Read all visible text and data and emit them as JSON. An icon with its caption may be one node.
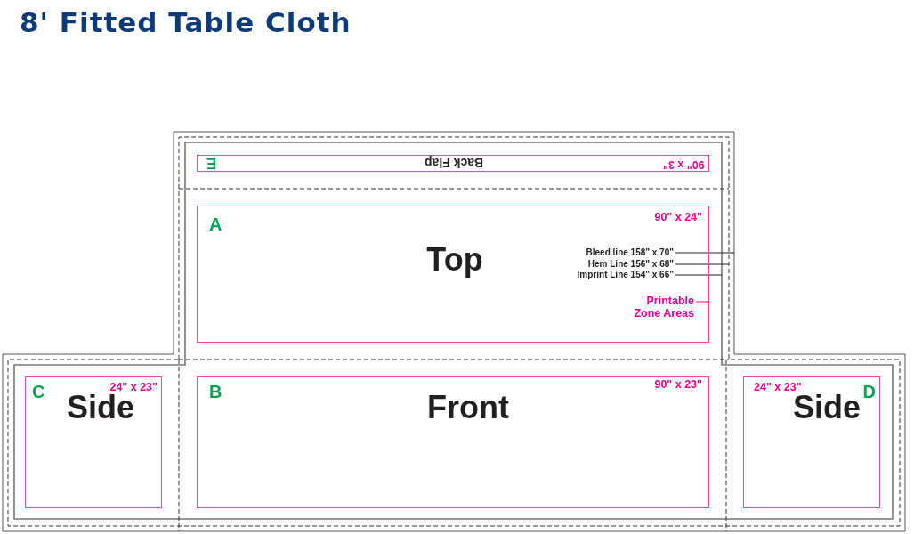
{
  "diagram": {
    "title": "8' Fitted Table Cloth",
    "nodes": [
      {
        "text": [
          "E",
          "Back Flap",
          "90\" x 3\""
        ]
      },
      {
        "text": [
          "A",
          "Top",
          "90\" x 24\""
        ]
      },
      {
        "text": [
          "B",
          "Front",
          "90\" x 23\""
        ]
      },
      {
        "text": [
          "C",
          "24\" x 23\"",
          "Side"
        ]
      },
      {
        "text": [
          "24\" x 23\"",
          "D",
          "Side"
        ]
      },
      {
        "text": [
          "Bleed line 158\" x 70\""
        ],
        "in": 1
      },
      {
        "text": [
          "Hem Line 156\" x 68\""
        ],
        "in": 1
      },
      {
        "text": [
          "Imprint Line 154\" x 66\""
        ],
        "in": 1
      },
      {
        "text": [
          "Printable Zone Areas"
        ],
        "in": 1
      }
    ],
    "edges": [
      {
        "from": 5,
        "to": null,
        "arrow": "none"
      },
      {
        "from": 6,
        "to": null,
        "arrow": "none"
      },
      {
        "from": 7,
        "to": null,
        "arrow": "none"
      },
      {
        "from": 8,
        "to": 1,
        "arrow": "none",
        "color": "#ec008c"
      }
    ]
  }
}
